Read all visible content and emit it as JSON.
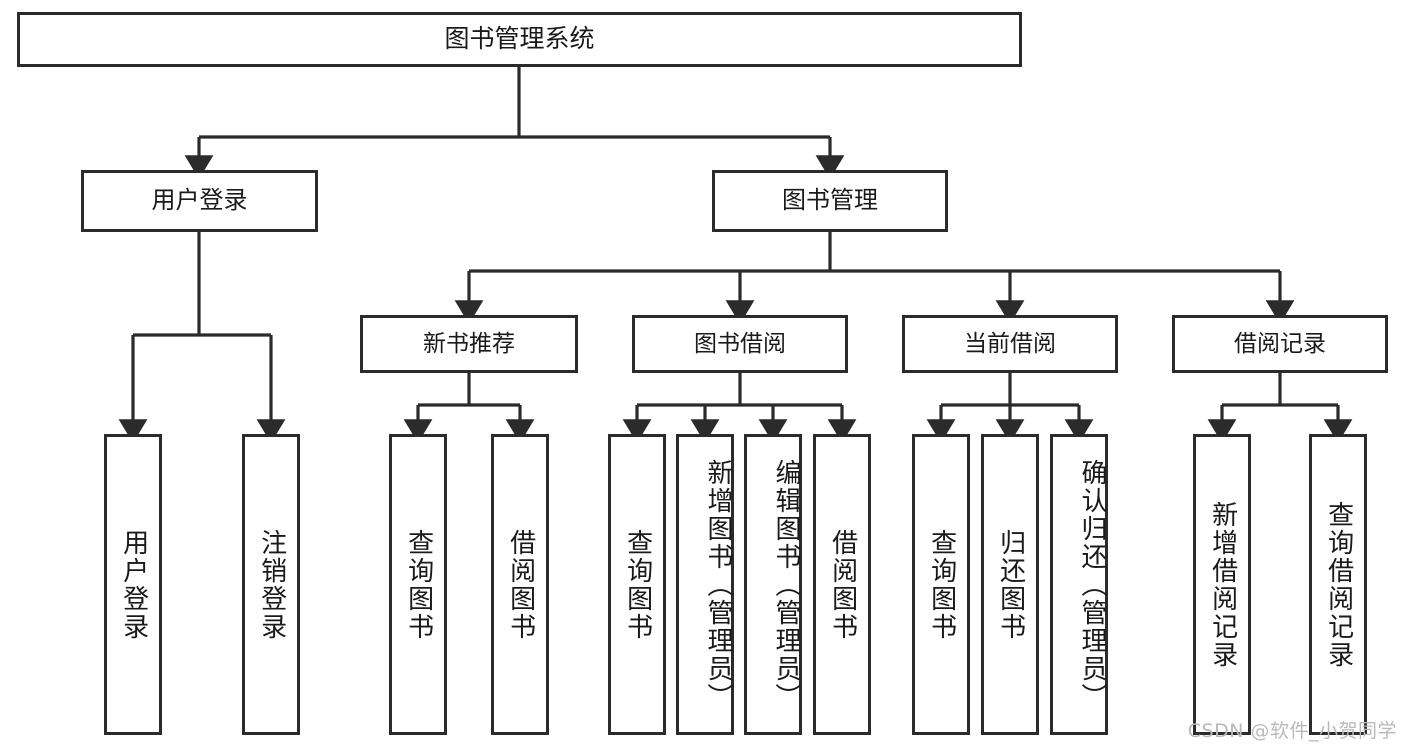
{
  "diagram": {
    "title": "图书管理系统",
    "root": {
      "label": "图书管理系统"
    },
    "level2": [
      {
        "label": "用户登录"
      },
      {
        "label": "图书管理"
      }
    ],
    "level3": [
      {
        "label": "新书推荐"
      },
      {
        "label": "图书借阅"
      },
      {
        "label": "当前借阅"
      },
      {
        "label": "借阅记录"
      }
    ],
    "leaves": {
      "user_login": [
        {
          "label": "用户登录"
        },
        {
          "label": "注销登录"
        }
      ],
      "new_book_recommend": [
        {
          "label": "查询图书"
        },
        {
          "label": "借阅图书"
        }
      ],
      "book_borrow": [
        {
          "label": "查询图书"
        },
        {
          "label": "新增图书（管理员）"
        },
        {
          "label": "编辑图书（管理员）"
        },
        {
          "label": "借阅图书"
        }
      ],
      "current_borrow": [
        {
          "label": "查询图书"
        },
        {
          "label": "归还图书"
        },
        {
          "label": "确认归还（管理员）"
        }
      ],
      "borrow_record": [
        {
          "label": "新增借阅记录"
        },
        {
          "label": "查询借阅记录"
        }
      ]
    },
    "watermark": "CSDN @软件_小贺同学",
    "colors": {
      "border": "#2b2b2b",
      "background": "#ffffff",
      "text": "#1a1a1a",
      "watermark": "#b9b9b9"
    }
  }
}
